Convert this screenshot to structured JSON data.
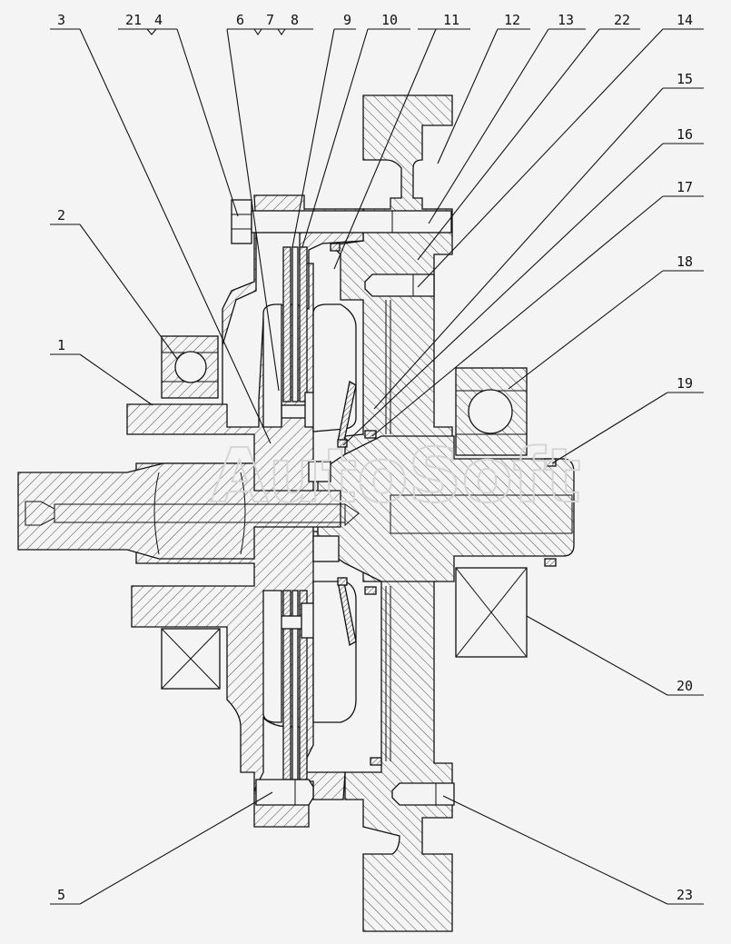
{
  "watermark": "AutoSoft",
  "colors": {
    "line": "#111111",
    "background": "#f4f4f4",
    "watermark": "#d6d6d6"
  },
  "callouts": {
    "top": [
      "3",
      "21",
      "4",
      "6",
      "7",
      "8",
      "9",
      "10",
      "11",
      "12",
      "13",
      "22",
      "14"
    ],
    "right": [
      "15",
      "16",
      "17",
      "18",
      "19",
      "20",
      "23"
    ],
    "left": [
      "2",
      "1",
      "5"
    ]
  }
}
